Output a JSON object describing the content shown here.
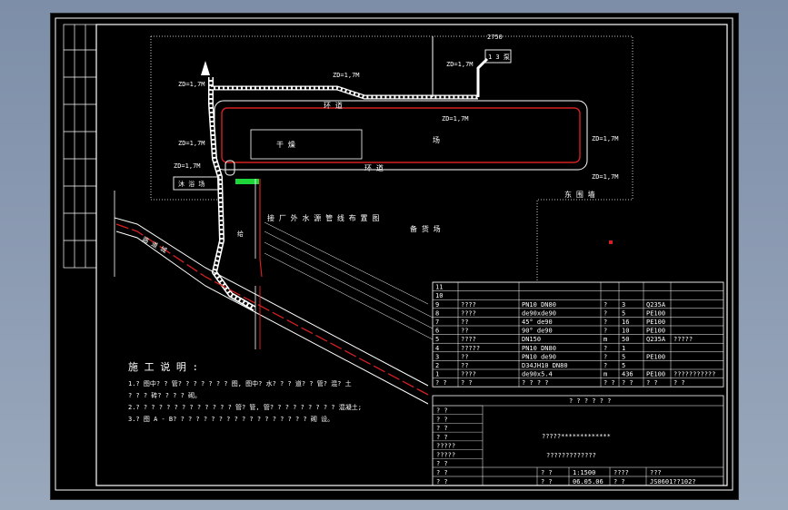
{
  "drawing": {
    "labels": {
      "tape_plant_label": "干 燥",
      "loop_upper": "环 道",
      "loop_lower": "环 道",
      "field_label": "场",
      "east_road": "东 围 墙",
      "center_label": "备 货 场",
      "road_label": "路 道 城",
      "plan_title": "接 厂 外 水 源 管 线 布 置 图",
      "block_left": "沐 浴 场",
      "top_device": "1 3 泵",
      "water_note": "给"
    },
    "small_labels": [
      "ZD=1,7M",
      "ZD=1,7M",
      "ZD=1,7M",
      "ZD=1,7M",
      "ZD=1,7M",
      "ZD=1,7M",
      "ZD=1,7M",
      "ZD=1,7M",
      "2750"
    ],
    "notes": {
      "title": "施 工 说 明 :",
      "lines": [
        "1.? 图中? ? 管? ? ? ? ? ? ? 图, 图中? 水? ? ? 道? ? 管? 混? 土",
        "? ? ? 砖? ? ? ? 砌。",
        "2.? ? ? ? ? ? ? ? ? ? ? ? ? 管? 管, 管? ? ? ? ? ? ? ? ? 混凝土;",
        "3.? 图 A - B? ? ? ? ? ? ? ? ? ? ? ? ? ? ? ? ? ? 砌 设。"
      ]
    },
    "table": {
      "rows": [
        [
          "11",
          "",
          "",
          "",
          "",
          "",
          ""
        ],
        [
          "10",
          "",
          "",
          "",
          "",
          "",
          ""
        ],
        [
          "9",
          "????",
          "PN10  DN80",
          "?",
          "3",
          "Q235A",
          ""
        ],
        [
          "8",
          "????",
          "de90xde90",
          "?",
          "5",
          "PE100",
          ""
        ],
        [
          "7",
          "??",
          "45° de90",
          "?",
          "16",
          "PE100",
          ""
        ],
        [
          "6",
          "??",
          "90° de90",
          "?",
          "10",
          "PE100",
          ""
        ],
        [
          "5",
          "????",
          "DN150",
          "m",
          "50",
          "Q235A",
          "?????"
        ],
        [
          "4",
          "?????",
          "PN10  DN80",
          "?",
          "1",
          "",
          ""
        ],
        [
          "3",
          "??",
          "PN10  de90",
          "?",
          "5",
          "PE100",
          ""
        ],
        [
          "2",
          "??",
          "D34JH10  DN80",
          "?",
          "5",
          "",
          ""
        ],
        [
          "1",
          "????",
          "de90x5.4",
          "m",
          "436",
          "PE100",
          "???????????"
        ],
        [
          "? ?",
          "? ?",
          "? ? ? ?",
          "? ?",
          "? ?",
          "? ?",
          "? ?"
        ]
      ],
      "footer_header": "? ? ? ? ? ?"
    },
    "title_block": {
      "left_cells": [
        "? ?",
        "? ?",
        "? ?",
        "? ?",
        "?????",
        "?????",
        "? ?"
      ],
      "project_line1": "?????*************",
      "project_line2": "?????????????",
      "bottom": [
        "? ?",
        "? ?",
        "1:1500",
        "????",
        "???"
      ],
      "bottom2": [
        "? ?",
        "? ?",
        "06.05.06",
        "? ?",
        "JS0601??102?"
      ]
    }
  }
}
